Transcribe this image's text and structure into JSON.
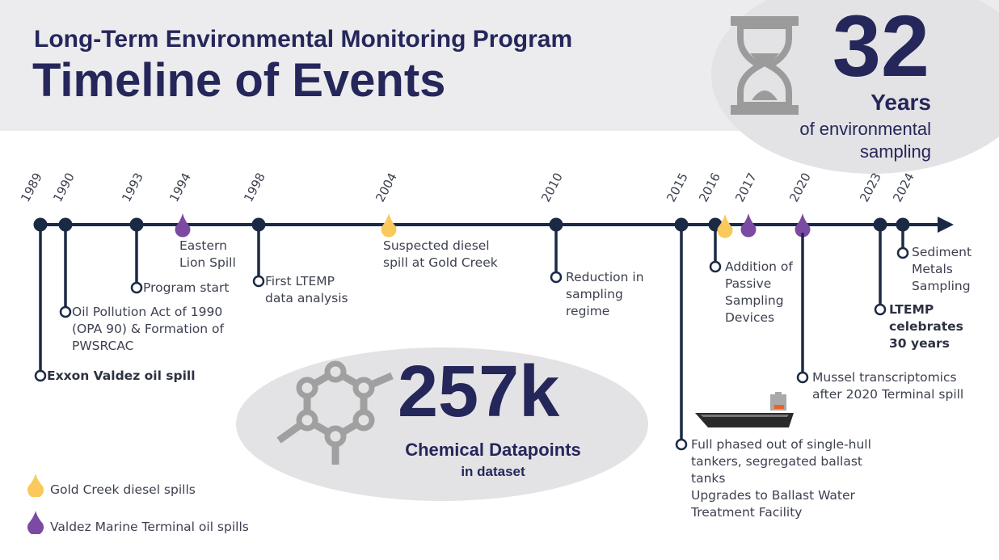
{
  "header": {
    "subtitle": "Long-Term Environmental Monitoring Program",
    "title": "Timeline of Events"
  },
  "years_stat": {
    "value": "32",
    "unit": "Years",
    "line1": "of environmental",
    "line2": "sampling",
    "icon": "hourglass-icon"
  },
  "datapoints_stat": {
    "value": "257k",
    "label": "Chemical Datapoints",
    "sublabel": "in dataset",
    "icon": "molecule-icon"
  },
  "colors": {
    "navy": "#1b2a44",
    "title": "#25265a",
    "purple": "#7b4aa3",
    "yellow": "#f9c95c",
    "gray": "#ececee"
  },
  "timeline": {
    "events": [
      {
        "year": "1989",
        "type": "milestone",
        "text": "Exxon Valdez oil spill",
        "bold": true
      },
      {
        "year": "1990",
        "type": "milestone",
        "text": "Oil Pollution Act of 1990\n(OPA 90) & Formation of\nPWSRCAC"
      },
      {
        "year": "1993",
        "type": "milestone",
        "text": "Program start"
      },
      {
        "year": "1994",
        "type": "terminal-spill",
        "text": "Eastern\nLion Spill"
      },
      {
        "year": "1998",
        "type": "milestone",
        "text": "First LTEMP\ndata analysis"
      },
      {
        "year": "2004",
        "type": "diesel-spill",
        "text": "Suspected diesel\nspill at Gold Creek"
      },
      {
        "year": "2010",
        "type": "milestone",
        "text": "Reduction in\nsampling\nregime"
      },
      {
        "year": "2015",
        "type": "milestone",
        "text": "Full phased out of single-hull\ntankers, segregated ballast\ntanks\nUpgrades to Ballast Water\nTreatment Facility"
      },
      {
        "year": "2016",
        "type": "milestone",
        "text": "Addition of\nPassive\nSampling\nDevices"
      },
      {
        "year": "2017",
        "type": "terminal-spill",
        "text": ""
      },
      {
        "year": "2020",
        "type": "terminal-spill",
        "text": "Mussel transcriptomics\nafter 2020 Terminal spill"
      },
      {
        "year": "2023",
        "type": "milestone",
        "text": "LTEMP\ncelebrates\n30 years",
        "bold": true
      },
      {
        "year": "2024",
        "type": "milestone",
        "text": "Sediment\nMetals\nSampling"
      }
    ]
  },
  "legend": [
    {
      "label": "Gold Creek diesel spills",
      "color": "#f9c95c"
    },
    {
      "label": "Valdez Marine Terminal oil spills",
      "color": "#7b4aa3"
    }
  ]
}
